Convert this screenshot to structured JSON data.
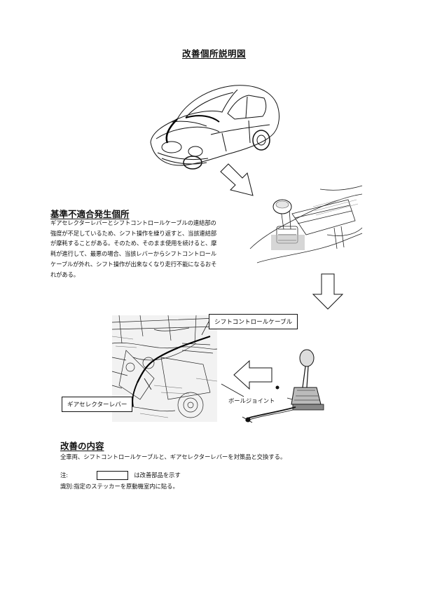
{
  "page": {
    "title": "改善個所説明図"
  },
  "defect": {
    "heading": "基準不適合発生個所",
    "description": "ギアセレクターレバーとシフトコントロールケーブルの連結部の\n強度が不足しているため、シフト操作を繰り返すと、当該連結部\nが摩耗することがある。そのため、そのまま使用を続けると、摩\n耗が進行して、最悪の場合、当該レバーからシフトコントロール\nケーブルが外れ、シフト操作が出来なくなり走行不能になるおそ\nれがある。"
  },
  "callouts": {
    "shift_cable": "シフトコントロールケーブル",
    "gear_lever": "ギアセレクターレバー",
    "ball_joint": "ボールジョイント"
  },
  "improvement": {
    "heading": "改善の内容",
    "description": "全車両、シフトコントロールケーブルと、ギアセレクターレバーを対策品と交換する。"
  },
  "notes": {
    "note_label": "注:",
    "note_text": "は改善部品を示す",
    "id_text": "識別:指定のステッカーを原動機室内に貼る。"
  }
}
